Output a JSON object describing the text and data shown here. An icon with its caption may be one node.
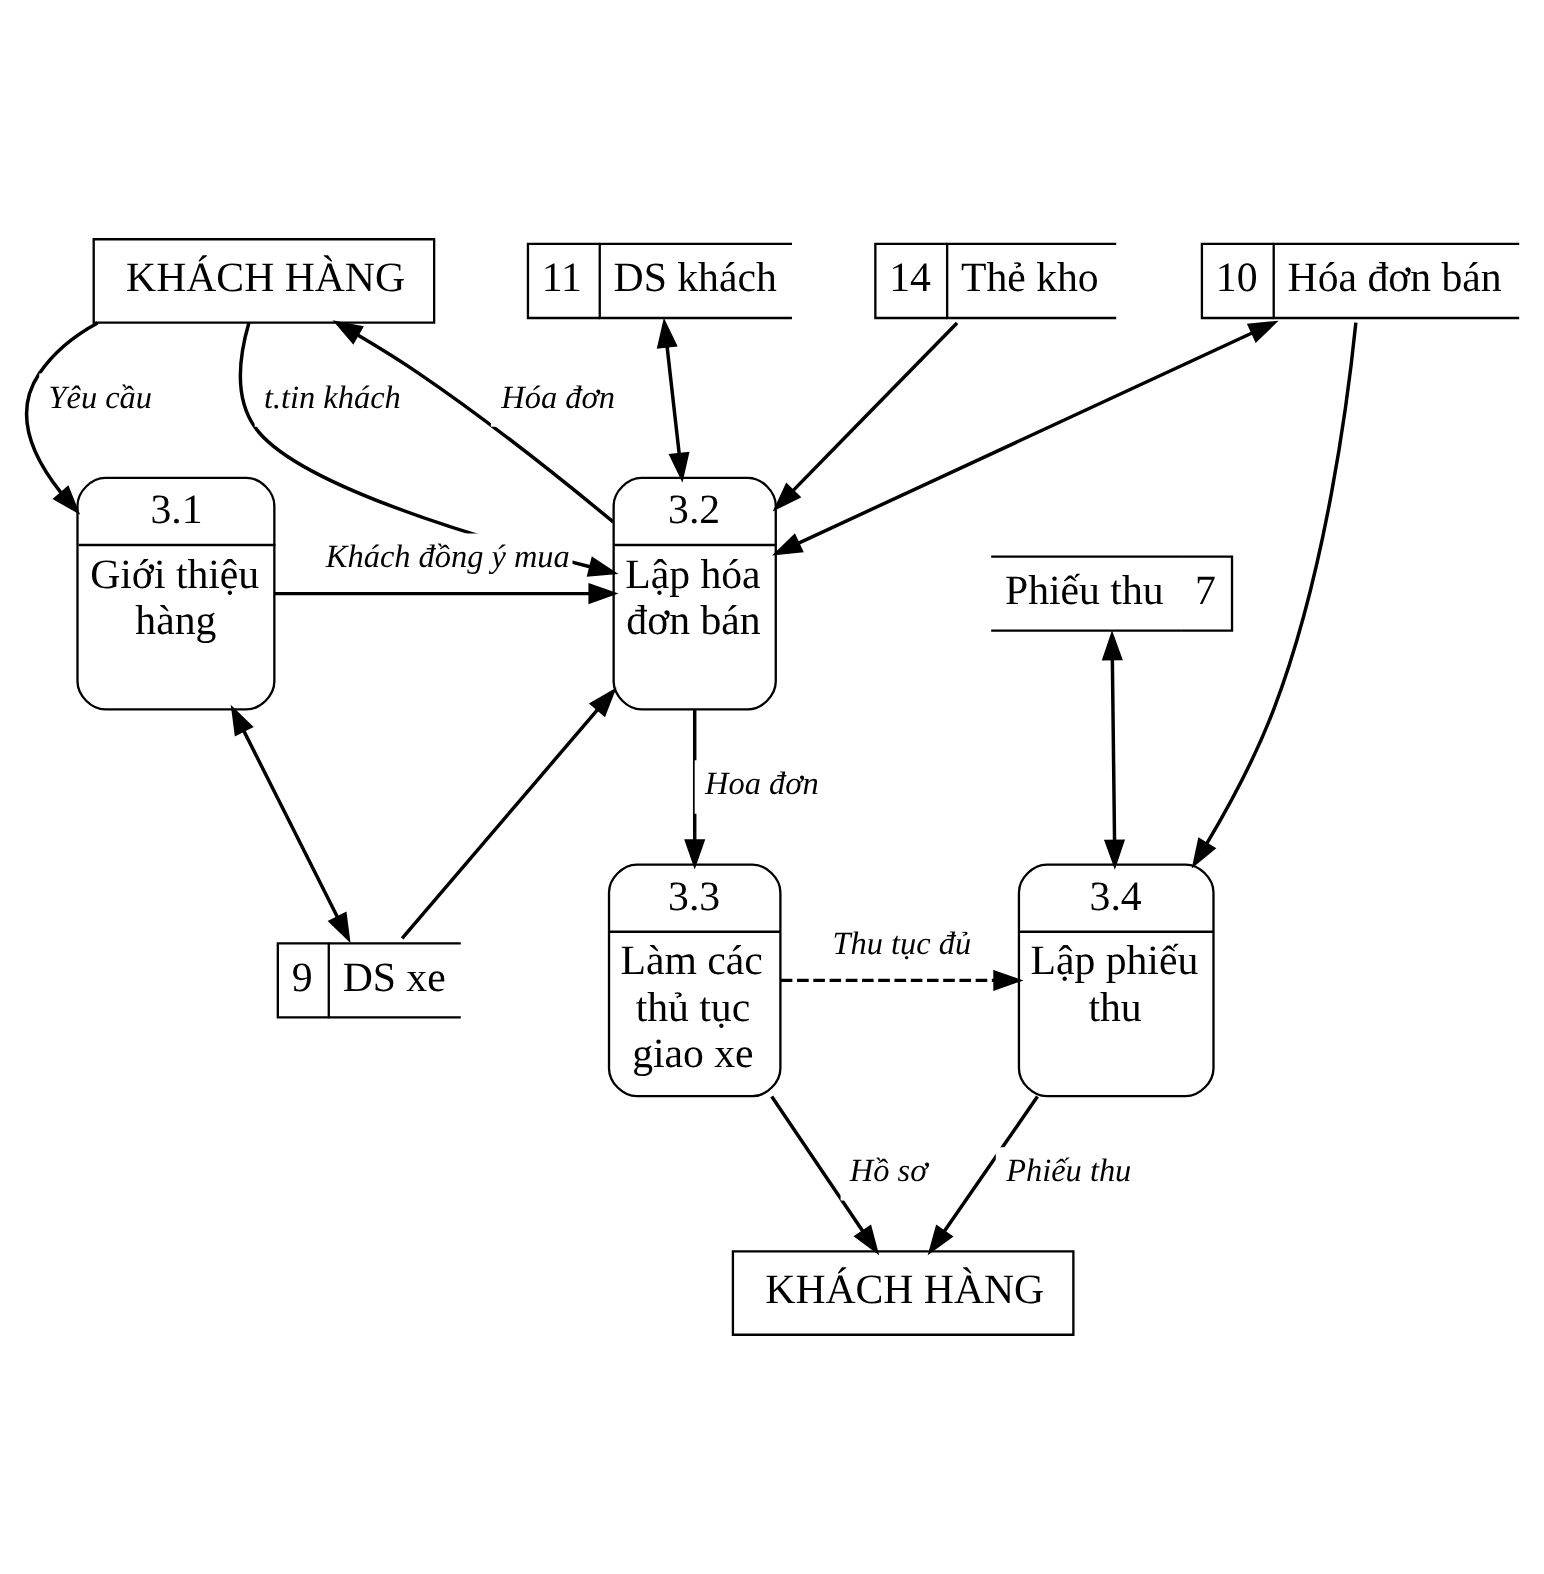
{
  "diagram": {
    "nodes": [
      {
        "text": [
          "KHÁCH HÀNG"
        ]
      },
      {
        "text": [
          "3.1",
          "Giới thiệu hàng"
        ]
      },
      {
        "text": [
          "3.2",
          "Lập hóa đơn bán"
        ]
      },
      {
        "text": [
          "11",
          "DS khách"
        ]
      },
      {
        "text": [
          "9",
          "DS xe"
        ]
      },
      {
        "text": [
          "10",
          "Hóa đơn bán"
        ]
      },
      {
        "text": [
          "14",
          "Thẻ kho"
        ]
      },
      {
        "text": [
          "Phiếu thu",
          "7"
        ]
      },
      {
        "text": [
          "3.4",
          "Lập phiếu thu"
        ]
      },
      {
        "text": [
          "3.3",
          "Làm các thủ tục giao xe"
        ]
      },
      {
        "text": [
          "KHÁCH HÀNG"
        ]
      }
    ],
    "edges": [
      {
        "from": 0,
        "to": 1,
        "arrow": "to",
        "label": "Yêu cầu"
      },
      {
        "from": 0,
        "to": 2,
        "arrow": "to",
        "label": "t.tin khách"
      },
      {
        "from": 2,
        "to": 0,
        "arrow": "to",
        "label": "Hóa đơn"
      },
      {
        "from": 1,
        "to": 2,
        "arrow": "to",
        "label": "Khách đồng ý mua"
      },
      {
        "from": 3,
        "to": 2,
        "arrow": "both"
      },
      {
        "from": 1,
        "to": 4,
        "arrow": "both"
      },
      {
        "from": 4,
        "to": 2,
        "arrow": "to"
      },
      {
        "from": 5,
        "to": 2,
        "arrow": "both"
      },
      {
        "from": 6,
        "to": 2,
        "arrow": "to"
      },
      {
        "from": 2,
        "to": 9,
        "arrow": "to",
        "label": "Hoa đơn"
      },
      {
        "from": 5,
        "to": 8,
        "arrow": "to"
      },
      {
        "from": 7,
        "to": 8,
        "arrow": "both"
      },
      {
        "from": 9,
        "to": 8,
        "arrow": "to",
        "style": "dashed",
        "label": "Thu tục đủ"
      },
      {
        "from": 8,
        "to": 10,
        "arrow": "to",
        "label": "Phiếu thu"
      },
      {
        "from": 9,
        "to": 10,
        "arrow": "to",
        "label": "Hồ sơ"
      }
    ]
  }
}
